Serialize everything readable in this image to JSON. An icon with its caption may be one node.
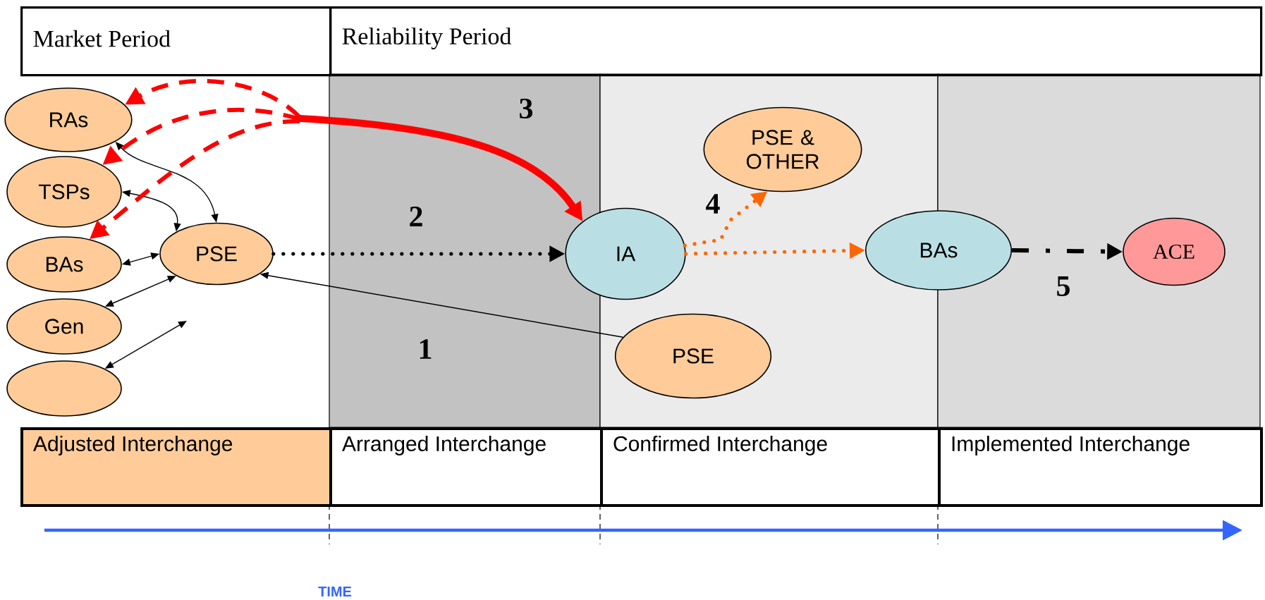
{
  "diagram": {
    "nodes": [
      {
        "text": [
          "Market Period"
        ]
      },
      {
        "text": [
          "Reliability Period"
        ]
      },
      {
        "text": [
          "RAs"
        ]
      },
      {
        "text": [
          "TSPs"
        ]
      },
      {
        "text": [
          "BAs"
        ]
      },
      {
        "text": [
          "Gen"
        ]
      },
      {
        "text": [],
        "shape": "circle"
      },
      {
        "text": [
          "PSE"
        ]
      },
      {
        "text": [
          "PSE & OTHER"
        ]
      },
      {
        "text": [
          "IA"
        ]
      },
      {
        "text": [
          "BAs"
        ]
      },
      {
        "text": [
          "ACE"
        ]
      },
      {
        "text": [
          "PSE"
        ]
      },
      {
        "text": [
          "Adjusted Interchange"
        ]
      },
      {
        "text": [
          "Arranged Interchange"
        ]
      },
      {
        "text": [
          "Confirmed Interchange"
        ]
      },
      {
        "text": [
          "Implemented Interchange"
        ]
      }
    ],
    "edges": [
      {
        "from": 2,
        "to": 7,
        "arrow": "both"
      },
      {
        "from": 3,
        "to": 7,
        "arrow": "both"
      },
      {
        "from": 4,
        "to": 7,
        "arrow": "both"
      },
      {
        "from": 5,
        "to": 7,
        "arrow": "both"
      },
      {
        "from": 6,
        "to": null,
        "arrow": "both"
      },
      {
        "from": 12,
        "to": 7,
        "arrow": "to",
        "label": "1"
      },
      {
        "from": 7,
        "to": 9,
        "arrow": "to",
        "label": "2",
        "style": "dashed"
      },
      {
        "from": null,
        "to": 9,
        "arrow": "to",
        "label": "3",
        "style": "thick",
        "color": "#ff0000"
      },
      {
        "from": null,
        "to": 2,
        "arrow": "to",
        "style": "dashed",
        "color": "#ff0000"
      },
      {
        "from": null,
        "to": 3,
        "arrow": "to",
        "style": "dashed",
        "color": "#ff0000"
      },
      {
        "from": null,
        "to": 4,
        "arrow": "to",
        "style": "dashed",
        "color": "#ff0000"
      },
      {
        "from": 9,
        "to": 10,
        "arrow": "to",
        "style": "dashed",
        "color": "#ff6600"
      },
      {
        "from": 9,
        "to": 8,
        "arrow": "to",
        "label": "4",
        "style": "dashed",
        "color": "#ff6600"
      },
      {
        "from": 10,
        "to": 11,
        "arrow": "to",
        "label": "5",
        "style": "dashed"
      }
    ],
    "labels": [
      "TIME"
    ]
  }
}
